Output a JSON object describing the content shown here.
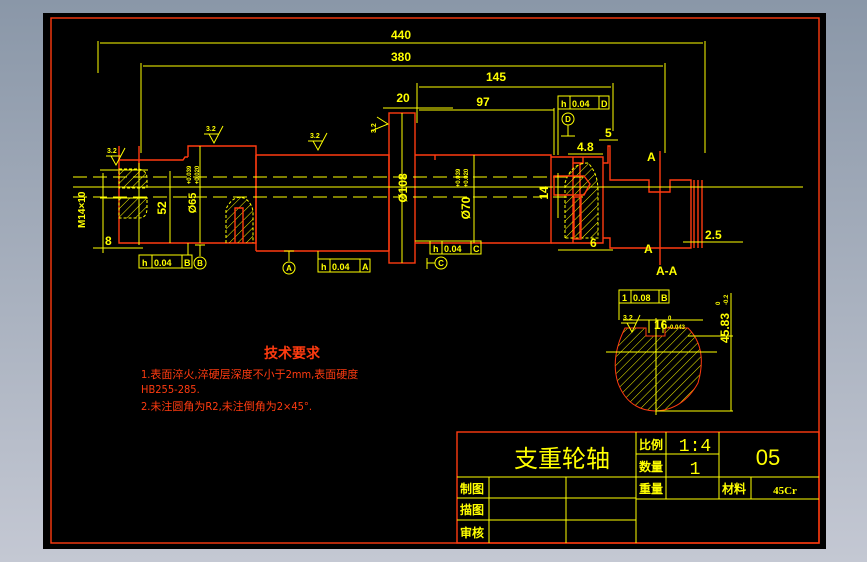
{
  "drawing": {
    "title": "支重轮轴",
    "dimensions": {
      "overall_length": "440",
      "length_380": "380",
      "length_145": "145",
      "flange_width": "20",
      "length_97": "97",
      "length_5": "5",
      "length_4_8": "4.8",
      "groove_6": "6",
      "end_2_5": "2.5",
      "left_8": "8",
      "dia_52": "52",
      "dia_65": "Ø65",
      "dia_65_tol_upper": "+0.039",
      "dia_65_tol_lower": "+0.020",
      "dia_108": "Ø108",
      "dia_70": "Ø70",
      "dia_70_tol_upper": "+0.039",
      "dia_70_tol_lower": "+0.020",
      "hole_14": "14",
      "thread": "M14×10",
      "section_45_83": "45.83",
      "section_45_83_tol_upper": "0",
      "section_45_83_tol_lower": "-0.2",
      "key_16": "16",
      "key_16_tol_upper": "0",
      "key_16_tol_lower": "-0.043"
    },
    "roughness": [
      "3.2",
      "3.2",
      "3.2",
      "3.2",
      "3.2"
    ],
    "tolerance_frames": [
      {
        "symbol": "h",
        "value": "0.04",
        "datum": "B"
      },
      {
        "symbol": "h",
        "value": "0.04",
        "datum": "A"
      },
      {
        "symbol": "h",
        "value": "0.04",
        "datum": "C"
      },
      {
        "symbol": "h",
        "value": "0.04",
        "datum": "D"
      },
      {
        "symbol": "1",
        "value": "0.08",
        "datum": "B"
      }
    ],
    "datums": [
      "A",
      "B",
      "C",
      "D"
    ],
    "section_marks": {
      "top": "A",
      "bottom": "A",
      "label": "A-A"
    }
  },
  "tech_requirements": {
    "heading": "技术要求",
    "line1": "1.表面淬火,淬硬层深度不小于2mm,表面硬度",
    "line1b": "HB255-285.",
    "line2": "2.未注圆角为R2,未注倒角为2×45°."
  },
  "title_block": {
    "part_name": "支重轮轴",
    "scale_label": "比例",
    "scale_value": "1:4",
    "qty_label": "数量",
    "qty_value": "1",
    "drawing_no": "05",
    "weight_label": "重量",
    "weight_value": "",
    "material_label": "材料",
    "material_value": "45Cr",
    "drawn_label": "制图",
    "traced_label": "描图",
    "checked_label": "审核"
  }
}
